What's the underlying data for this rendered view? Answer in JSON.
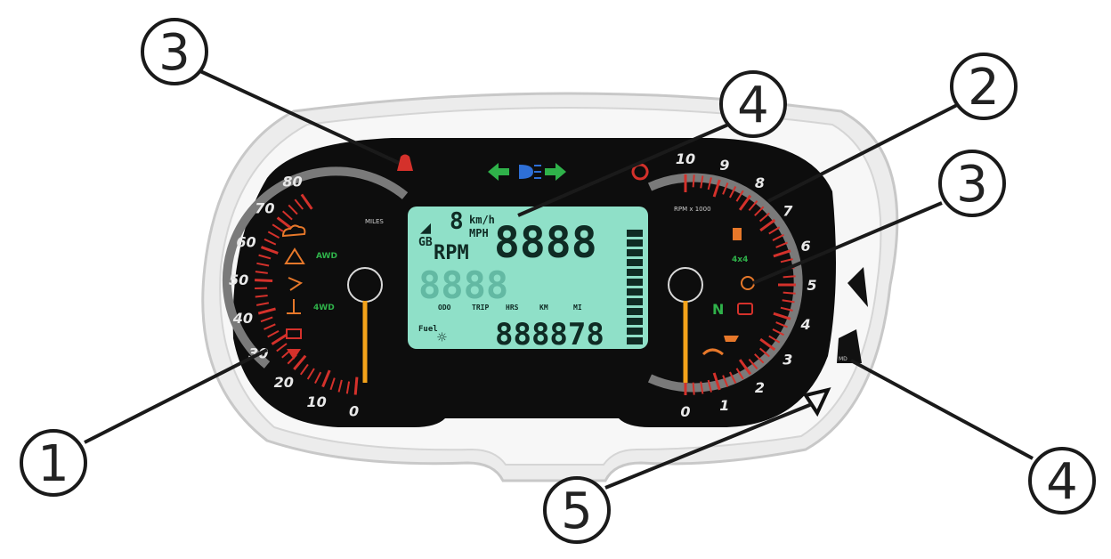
{
  "callouts": [
    "1",
    "2",
    "3",
    "3",
    "4",
    "4",
    "5"
  ],
  "speedometer": {
    "ticks": [
      "0",
      "10",
      "20",
      "30",
      "40",
      "50",
      "60",
      "70",
      "80"
    ],
    "unit_label": "MILES"
  },
  "tachometer": {
    "ticks": [
      "0",
      "1",
      "2",
      "3",
      "4",
      "5",
      "6",
      "7",
      "8",
      "9",
      "10"
    ],
    "unit_label": "RPM x 1000"
  },
  "lcd": {
    "speed_digits": "8888",
    "speed_unit_top": "km/h",
    "speed_unit_bottom": "MPH",
    "rpm_label": "RPM",
    "middle_digits": "8888",
    "odometer_digits": "888878",
    "mode_labels": [
      "ODO",
      "TRIP",
      "HRS",
      "KM",
      "MI"
    ],
    "indicator_label": "N",
    "fuel_label": "Fuel"
  },
  "colors": {
    "bezel": "#e9e9e9",
    "face": "#0d0d0d",
    "lcd": "#8fe0c8",
    "needle": "#f3a21a",
    "red_tick": "#d4312b",
    "green": "#2fb24a",
    "blue": "#2e6fd6",
    "orange": "#e7782a"
  },
  "icons": [
    "turn-left-icon",
    "high-beam-icon",
    "turn-right-icon",
    "seatbelt-icon",
    "engine-icon",
    "fuel-pump-icon",
    "battery-icon",
    "oil-icon",
    "temperature-icon"
  ]
}
